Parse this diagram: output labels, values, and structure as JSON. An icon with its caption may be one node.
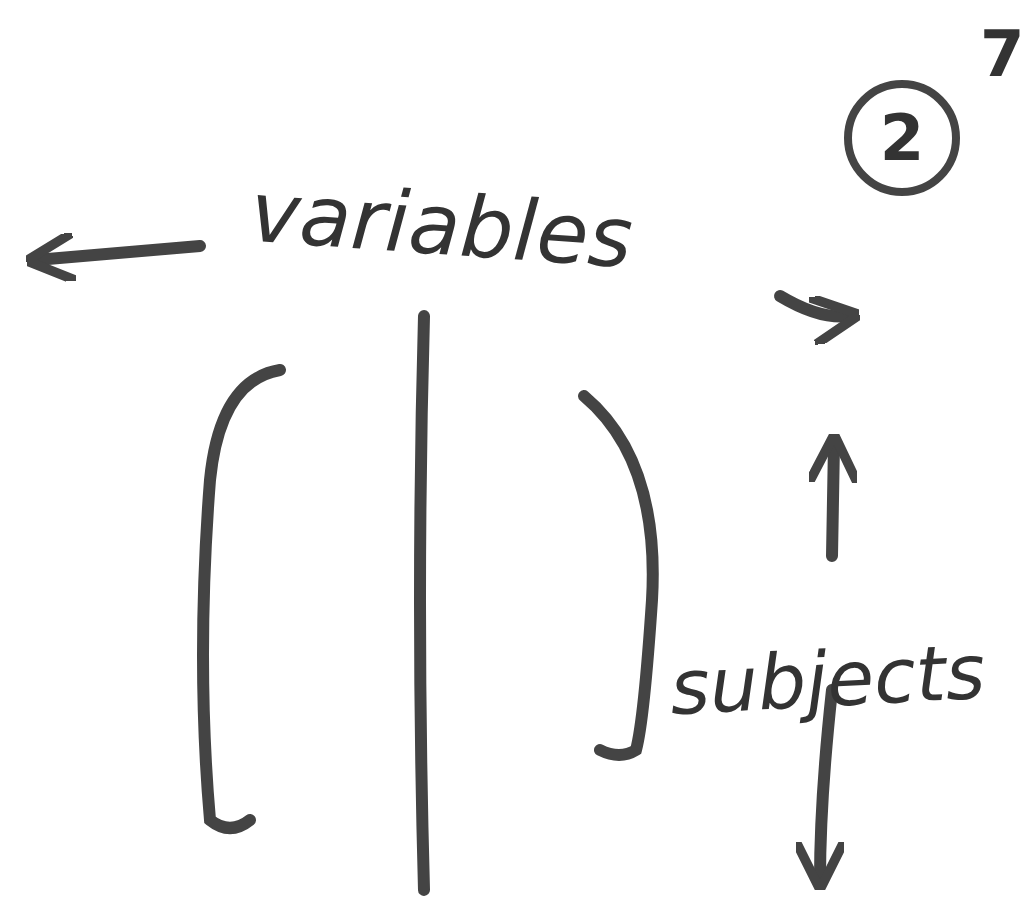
{
  "diagram": {
    "nodes": [
      {
        "text": [
          "2"
        ],
        "beside": [
          "7"
        ]
      }
    ],
    "labels": [
      "variables",
      "subjects"
    ]
  }
}
